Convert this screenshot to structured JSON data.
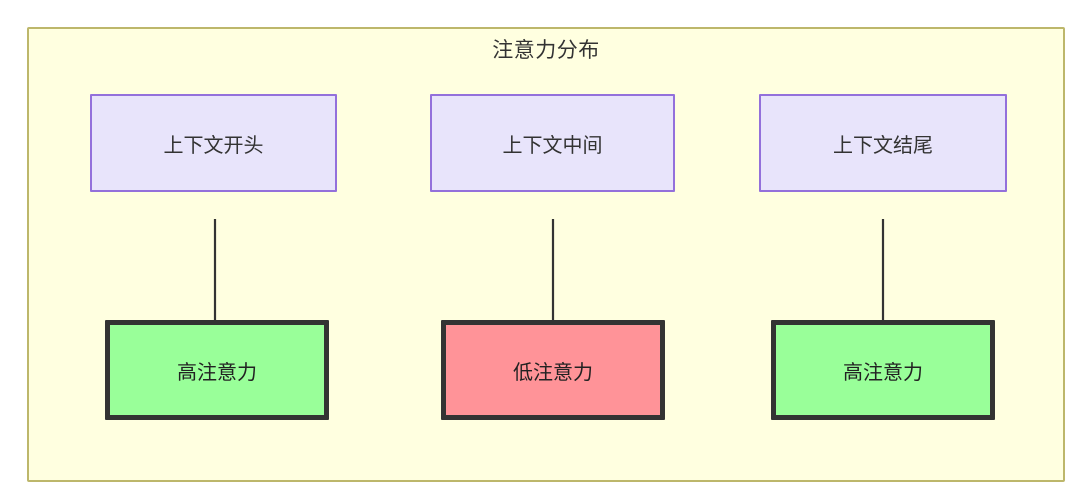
{
  "diagram": {
    "type": "flowchart",
    "title": "注意力分布",
    "container": {
      "label": "注意力分布",
      "fill_color": "#FFFFE0",
      "border_color": "#BDB76B"
    },
    "palette": {
      "source_fill": "#E8E4FB",
      "source_border": "#9370DB",
      "high_attention_fill": "#99FF99",
      "low_attention_fill": "#FF9398",
      "outcome_border": "#333333",
      "edge_color": "#333333",
      "text_color": "#333333"
    },
    "columns": [
      {
        "source": {
          "label": "上下文开头",
          "name": "context-start"
        },
        "edge": {
          "name": "edge-start",
          "style": "arrow-down"
        },
        "outcome": {
          "label": "高注意力",
          "name": "high-attention",
          "level": "high",
          "fill": "#99FF99"
        }
      },
      {
        "source": {
          "label": "上下文中间",
          "name": "context-middle"
        },
        "edge": {
          "name": "edge-middle",
          "style": "arrow-down"
        },
        "outcome": {
          "label": "低注意力",
          "name": "low-attention",
          "level": "low",
          "fill": "#FF9398"
        }
      },
      {
        "source": {
          "label": "上下文结尾",
          "name": "context-end"
        },
        "edge": {
          "name": "edge-end",
          "style": "arrow-down"
        },
        "outcome": {
          "label": "高注意力",
          "name": "high-attention-2",
          "level": "high",
          "fill": "#99FF99"
        }
      }
    ]
  }
}
